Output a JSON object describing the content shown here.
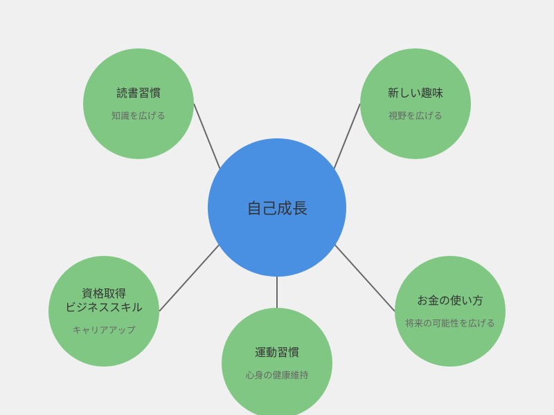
{
  "colors": {
    "background": "#f0f0f0",
    "center_fill": "#4a90e2",
    "node_fill": "#81c784",
    "connector": "#666666"
  },
  "center": {
    "title": "自己成長"
  },
  "nodes": [
    {
      "title": "読書習慣",
      "subtitle": "知識を広げる"
    },
    {
      "title": "新しい趣味",
      "subtitle": "視野を広げる"
    },
    {
      "title": "資格取得\nビジネススキル",
      "subtitle": "キャリアアップ"
    },
    {
      "title": "運動習慣",
      "subtitle": "心身の健康維持"
    },
    {
      "title": "お金の使い方",
      "subtitle": "将来の可能性を広げる"
    }
  ]
}
